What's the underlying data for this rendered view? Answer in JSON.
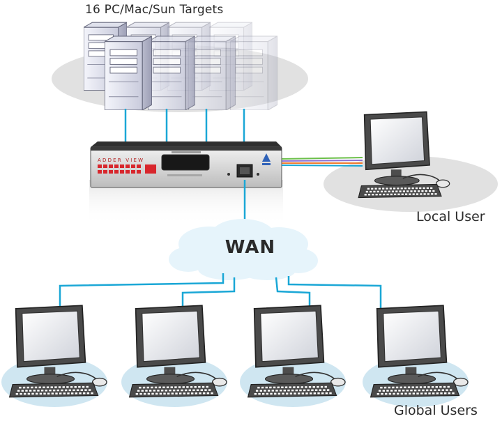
{
  "labels": {
    "targets": "16 PC/Mac/Sun Targets",
    "local_user": "Local User",
    "wan": "WAN",
    "global_users": "Global Users",
    "brand": "ADDER VIEW"
  },
  "colors": {
    "cable_blue": "#1aa7d6",
    "cable_orange": "#f07a2c",
    "cable_purple": "#8a6fd1",
    "cable_green": "#6cc04a",
    "floor_gray": "#e1e1e1",
    "floor_blue": "#cfe6f1",
    "device_red": "#d8262c"
  }
}
